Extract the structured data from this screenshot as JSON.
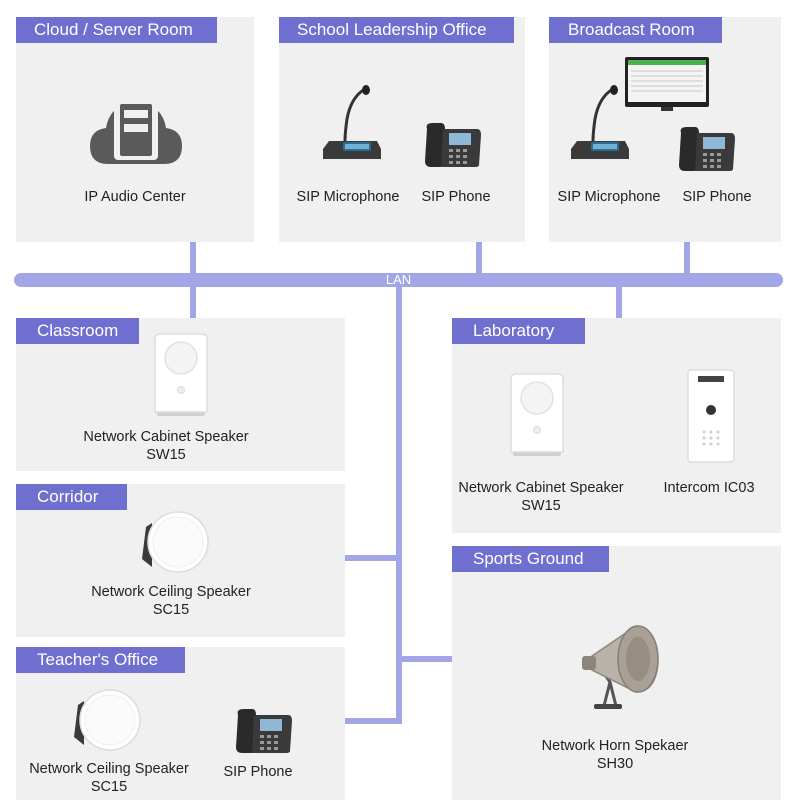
{
  "network": {
    "label": "LAN"
  },
  "rooms": {
    "cloud": {
      "title": "Cloud / Server Room",
      "devices": [
        {
          "name": "IP Audio Center",
          "icon": "cloud-server-icon"
        }
      ]
    },
    "leadership": {
      "title": "School Leadership Office",
      "devices": [
        {
          "name": "SIP Microphone",
          "icon": "desk-microphone-icon"
        },
        {
          "name": "SIP Phone",
          "icon": "ip-phone-icon"
        }
      ]
    },
    "broadcast": {
      "title": "Broadcast Room",
      "devices": [
        {
          "name": "SIP Microphone",
          "icon": "desk-microphone-icon"
        },
        {
          "name": "SIP Phone",
          "icon": "ip-phone-icon"
        },
        {
          "name": "",
          "icon": "monitor-icon"
        }
      ]
    },
    "classroom": {
      "title": "Classroom",
      "devices": [
        {
          "name": "Network Cabinet Speaker",
          "model": "SW15",
          "icon": "cabinet-speaker-icon"
        }
      ]
    },
    "corridor": {
      "title": "Corridor",
      "devices": [
        {
          "name": "Network Ceiling Speaker",
          "model": "SC15",
          "icon": "ceiling-speaker-icon"
        }
      ]
    },
    "teacher": {
      "title": "Teacher's Office",
      "devices": [
        {
          "name": "Network Ceiling Speaker",
          "model": "SC15",
          "icon": "ceiling-speaker-icon"
        },
        {
          "name": "SIP Phone",
          "icon": "ip-phone-icon"
        }
      ]
    },
    "laboratory": {
      "title": "Laboratory",
      "devices": [
        {
          "name": "Network Cabinet Speaker",
          "model": "SW15",
          "icon": "cabinet-speaker-icon"
        },
        {
          "name": "Intercom IC03",
          "icon": "intercom-icon"
        }
      ]
    },
    "sports": {
      "title": "Sports Ground",
      "devices": [
        {
          "name": "Network Horn Spekaer",
          "model": "SH30",
          "icon": "horn-speaker-icon"
        }
      ]
    }
  },
  "colors": {
    "accent": "#6e6fce",
    "link": "#a3a6e6",
    "panel": "#f0f0f0"
  }
}
